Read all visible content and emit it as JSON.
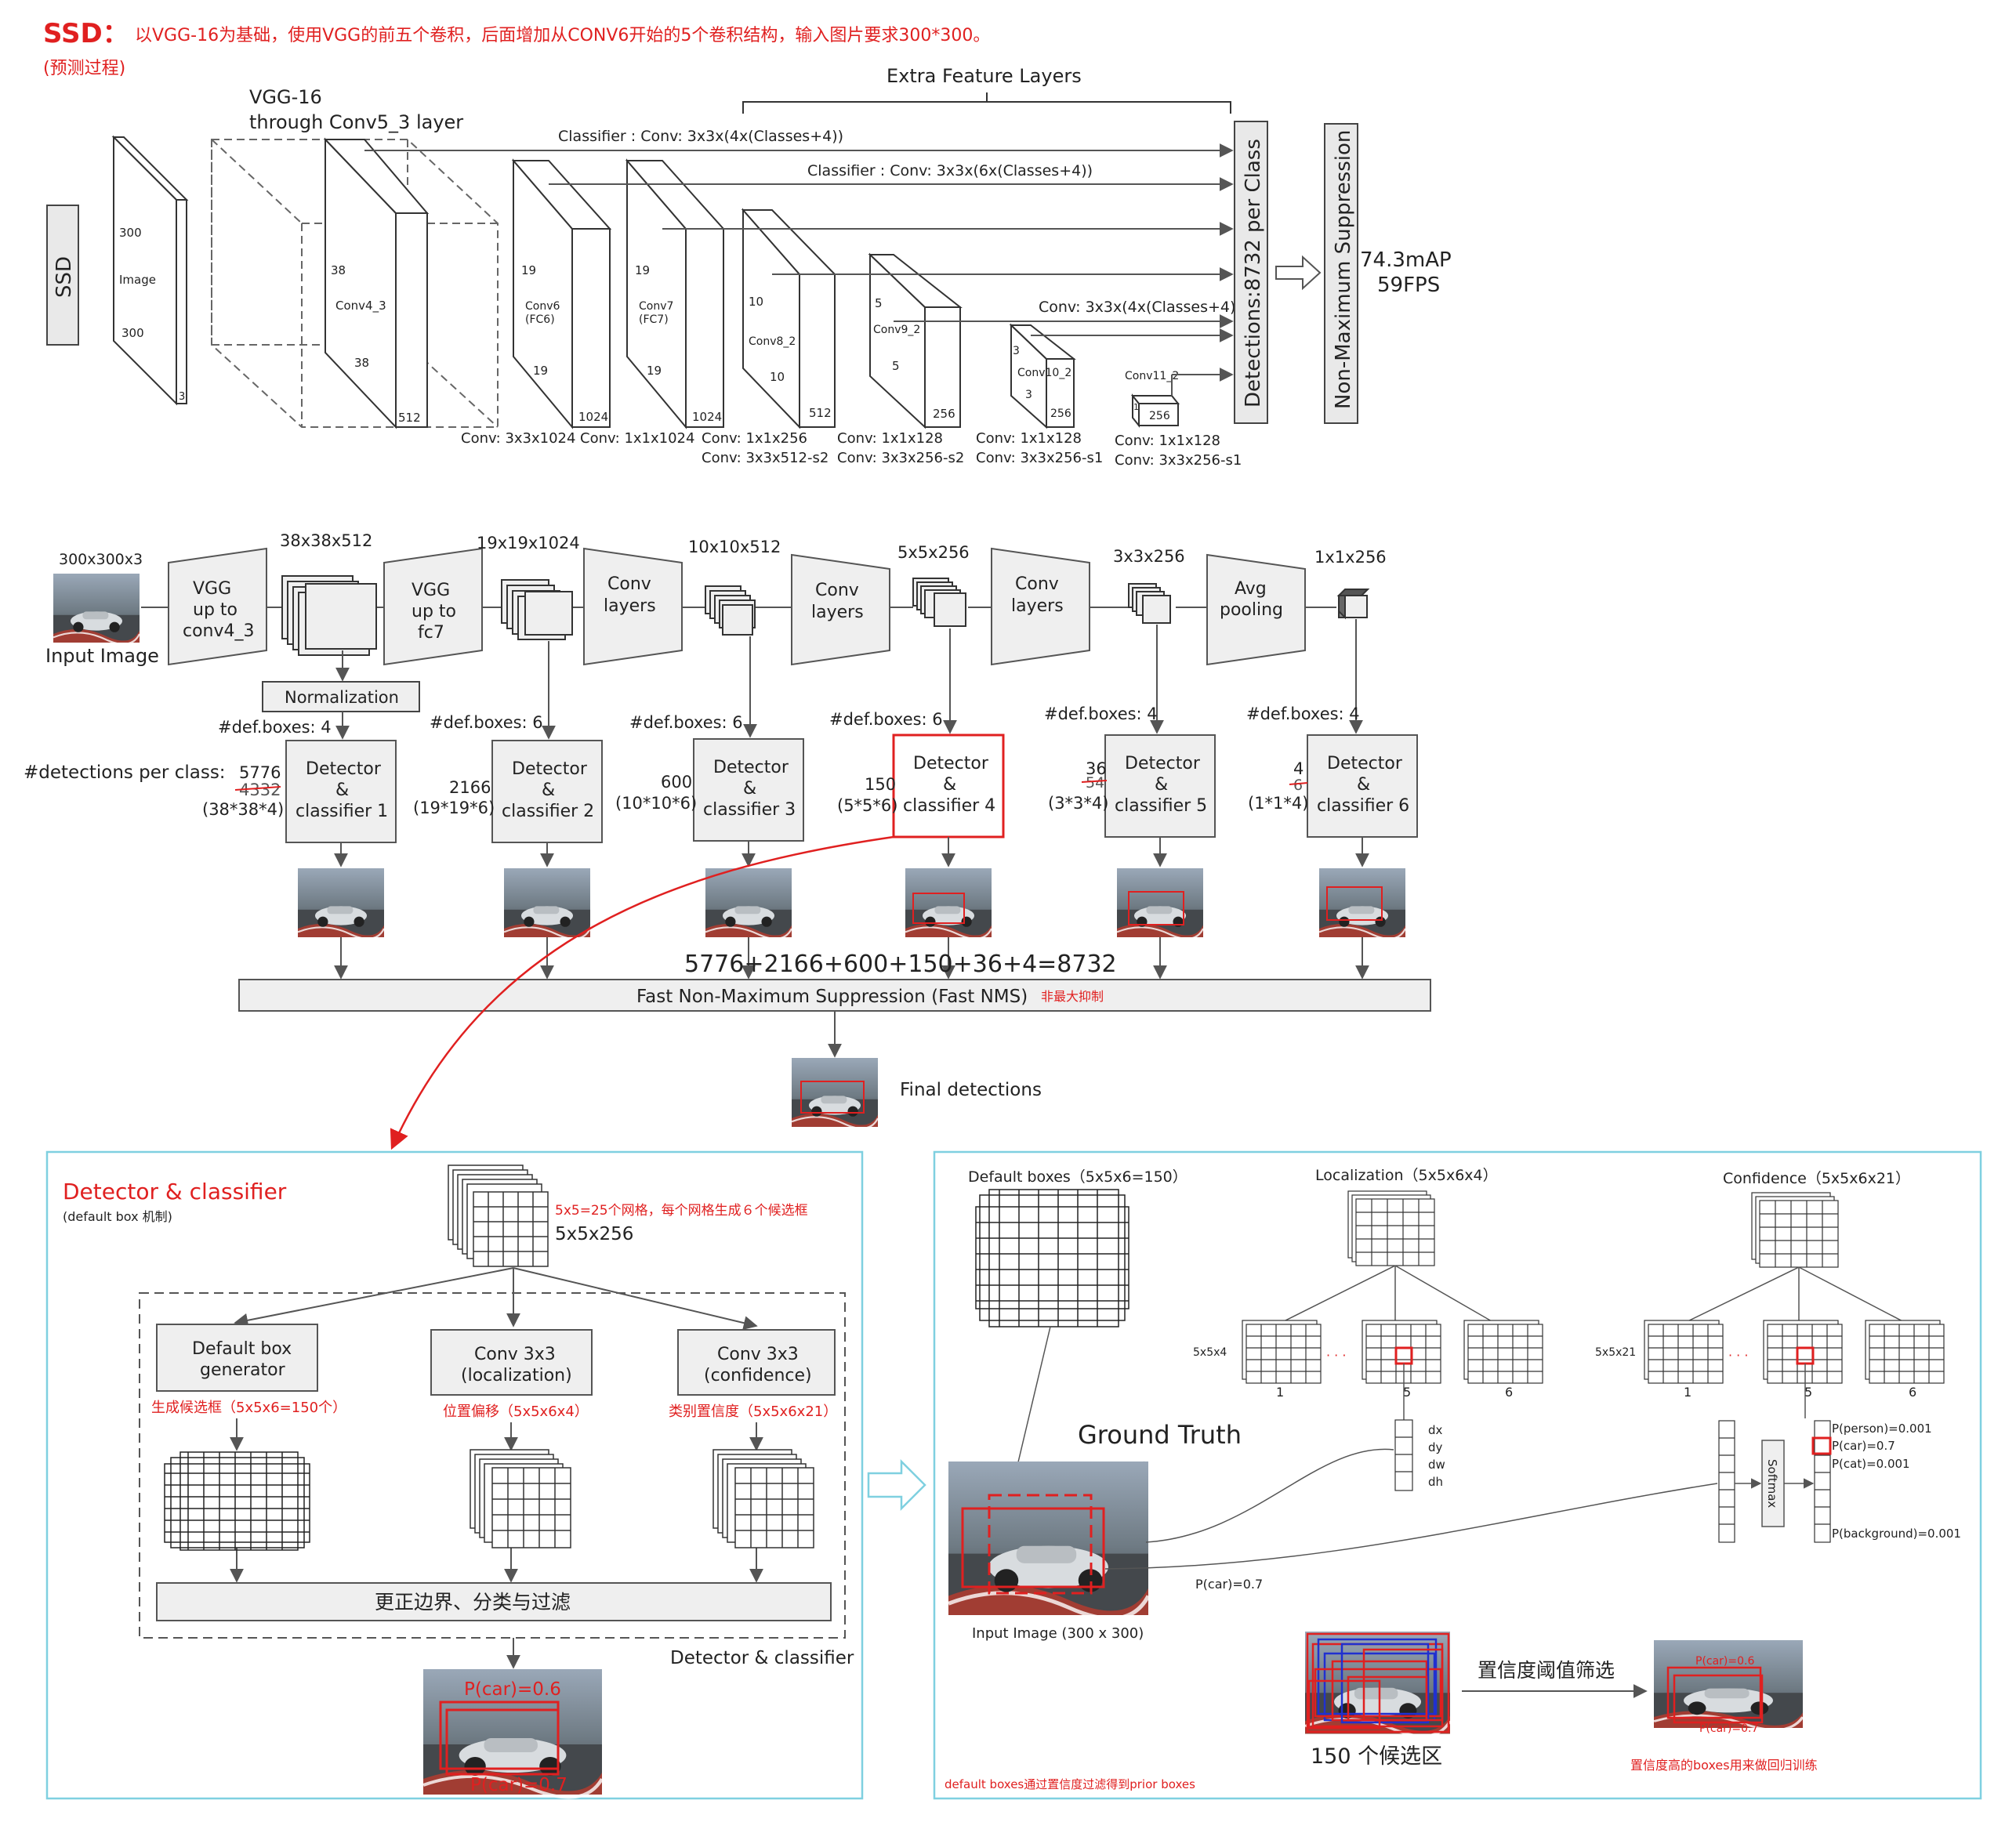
{
  "header": {
    "title": "SSD：",
    "description": "以VGG-16为基础，使用VGG的前五个卷积，后面增加从CONV6开始的5个卷积结构，输入图片要求300*300。",
    "subtitle": "(预测过程)"
  },
  "arch": {
    "ssd_label": "SSD",
    "vgg_title_1": "VGG-16",
    "vgg_title_2": "through Conv5_3 layer",
    "extra_title": "Extra Feature Layers",
    "classifier_1": "Classifier : Conv: 3x3x(4x(Classes+4))",
    "classifier_2": "Classifier : Conv: 3x3x(6x(Classes+4))",
    "classifier_3": "Conv: 3x3x(4x(Classes+4))",
    "detections": "Detections:8732  per Class",
    "nms": "Non-Maximum Suppression",
    "map": "74.3mAP",
    "fps": "59FPS",
    "blocks": [
      {
        "top": "300",
        "mid": "Image",
        "mid2": "",
        "bot": "300",
        "depth": "3"
      },
      {
        "top": "38",
        "mid": "Conv4_3",
        "mid2": "",
        "bot": "38",
        "depth": "512"
      },
      {
        "top": "19",
        "mid": "Conv6",
        "mid2": "(FC6)",
        "bot": "19",
        "depth": "1024"
      },
      {
        "top": "19",
        "mid": "Conv7",
        "mid2": "(FC7)",
        "bot": "19",
        "depth": "1024"
      },
      {
        "top": "10",
        "mid": "Conv8_2",
        "mid2": "",
        "bot": "10",
        "depth": "512"
      },
      {
        "top": "5",
        "mid": "Conv9_2",
        "mid2": "",
        "bot": "5",
        "depth": "256"
      },
      {
        "top": "3",
        "mid": "Conv10_2",
        "mid2": "",
        "bot": "3",
        "depth": "256"
      },
      {
        "top": "1",
        "mid": "Conv11_2",
        "mid2": "",
        "bot": "",
        "depth": "256"
      }
    ],
    "conv_labels": [
      {
        "l1": "Conv: 3x3x1024",
        "l2": ""
      },
      {
        "l1": "Conv: 1x1x1024",
        "l2": ""
      },
      {
        "l1": "Conv: 1x1x256",
        "l2": "Conv:  3x3x512-s2"
      },
      {
        "l1": "Conv: 1x1x128",
        "l2": "Conv: 3x3x256-s2"
      },
      {
        "l1": "Conv: 1x1x128",
        "l2": "Conv: 3x3x256-s1"
      },
      {
        "l1": "Conv: 1x1x128",
        "l2": "Conv: 3x3x256-s1"
      }
    ]
  },
  "pipeline": {
    "input_size": "300x300x3",
    "input_label": "Input Image",
    "stages": [
      {
        "l1": "VGG",
        "l2": "up to",
        "l3": "conv4_3"
      },
      {
        "l1": "VGG",
        "l2": "up to",
        "l3": "fc7"
      },
      {
        "l1": "Conv",
        "l2": "layers",
        "l3": ""
      },
      {
        "l1": "Conv",
        "l2": "layers",
        "l3": ""
      },
      {
        "l1": "Conv",
        "l2": "layers",
        "l3": ""
      },
      {
        "l1": "Avg",
        "l2": "pooling",
        "l3": ""
      }
    ],
    "fmap_sizes": [
      "38x38x512",
      "19x19x1024",
      "10x10x512",
      "5x5x256",
      "3x3x256",
      "1x1x256"
    ],
    "normalization": "Normalization",
    "def_boxes": [
      "#def.boxes: 4",
      "#def.boxes: 6",
      "#def.boxes: 6",
      "#def.boxes: 6",
      "#def.boxes: 4",
      "#def.boxes: 4"
    ],
    "detections_label": "#detections per class:",
    "det_counts": [
      {
        "new": "5776",
        "old": "4332",
        "formula": "(38*38*4)"
      },
      {
        "new": "2166",
        "old": "",
        "formula": "(19*19*6)"
      },
      {
        "new": "600",
        "old": "",
        "formula": "(10*10*6)"
      },
      {
        "new": "150",
        "old": "",
        "formula": "(5*5*6)"
      },
      {
        "new": "36",
        "old": "54",
        "formula": "(3*3*4)"
      },
      {
        "new": "4",
        "old": "6",
        "formula": "(1*1*4)"
      }
    ],
    "detectors": [
      {
        "l1": "Detector",
        "l2": "&",
        "l3": "classifier 1"
      },
      {
        "l1": "Detector",
        "l2": "&",
        "l3": "classifier 2"
      },
      {
        "l1": "Detector",
        "l2": "&",
        "l3": "classifier 3"
      },
      {
        "l1": "Detector",
        "l2": "&",
        "l3": "classifier 4"
      },
      {
        "l1": "Detector",
        "l2": "&",
        "l3": "classifier 5"
      },
      {
        "l1": "Detector",
        "l2": "&",
        "l3": "classifier 6"
      }
    ],
    "sum_formula": "5776+2166+600+150+36+4=8732",
    "nms_label": "Fast Non-Maximum Suppression (Fast NMS)",
    "nms_cn": "非最大抑制",
    "final_label": "Final detections"
  },
  "left_panel": {
    "title": "Detector & classifier",
    "subtitle": "(default box 机制)",
    "grid_note": "5x5=25个网格，每个网格生成６个候选框",
    "grid_size": "5x5x256",
    "boxes": [
      {
        "l1": "Default box",
        "l2": "generator"
      },
      {
        "l1": "Conv 3x3",
        "l2": "(localization)"
      },
      {
        "l1": "Conv 3x3",
        "l2": "(confidence)"
      }
    ],
    "notes": [
      "生成候选框（5x5x6=150个）",
      "位置偏移（5x5x6x4）",
      "类别置信度（5x5x6x21）"
    ],
    "bar_label": "更正边界、分类与过滤",
    "group_label": "Detector & classifier",
    "p_top": "P(car)=0.6",
    "p_bottom": "P(car)=0.7"
  },
  "right_panel": {
    "default_boxes": "Default boxes（5x5x6=150）",
    "localization": "Localization（5x5x6x4）",
    "confidence": "Confidence（5x5x6x21）",
    "loc_dim": "5x5x4",
    "conf_dim": "5x5x21",
    "indices": [
      "1",
      "5",
      "6"
    ],
    "dots": "· · ·",
    "offsets": [
      "dx",
      "dy",
      "dw",
      "dh"
    ],
    "ground_truth": "Ground Truth",
    "input_image": "Input Image (300 x 300)",
    "p_car_link": "P(car)=0.7",
    "softmax": "Softmax",
    "probs": [
      "P(person)=0.001",
      "P(car)=0.7",
      "P(cat)=0.001",
      "P(background)=0.001"
    ],
    "candidates": "150 个候选区",
    "threshold": "置信度阈值筛选",
    "result_p": "P(car)=0.6",
    "result_p2": "P(car)=0.7",
    "result_note": "置信度高的boxes用来做回归训练",
    "footer_note": "default boxes通过置信度过滤得到prior boxes"
  },
  "colors": {
    "accent_red": "#e02020",
    "panel_border": "#7fd0e0",
    "box_fill": "#efefef",
    "line": "#555555"
  }
}
